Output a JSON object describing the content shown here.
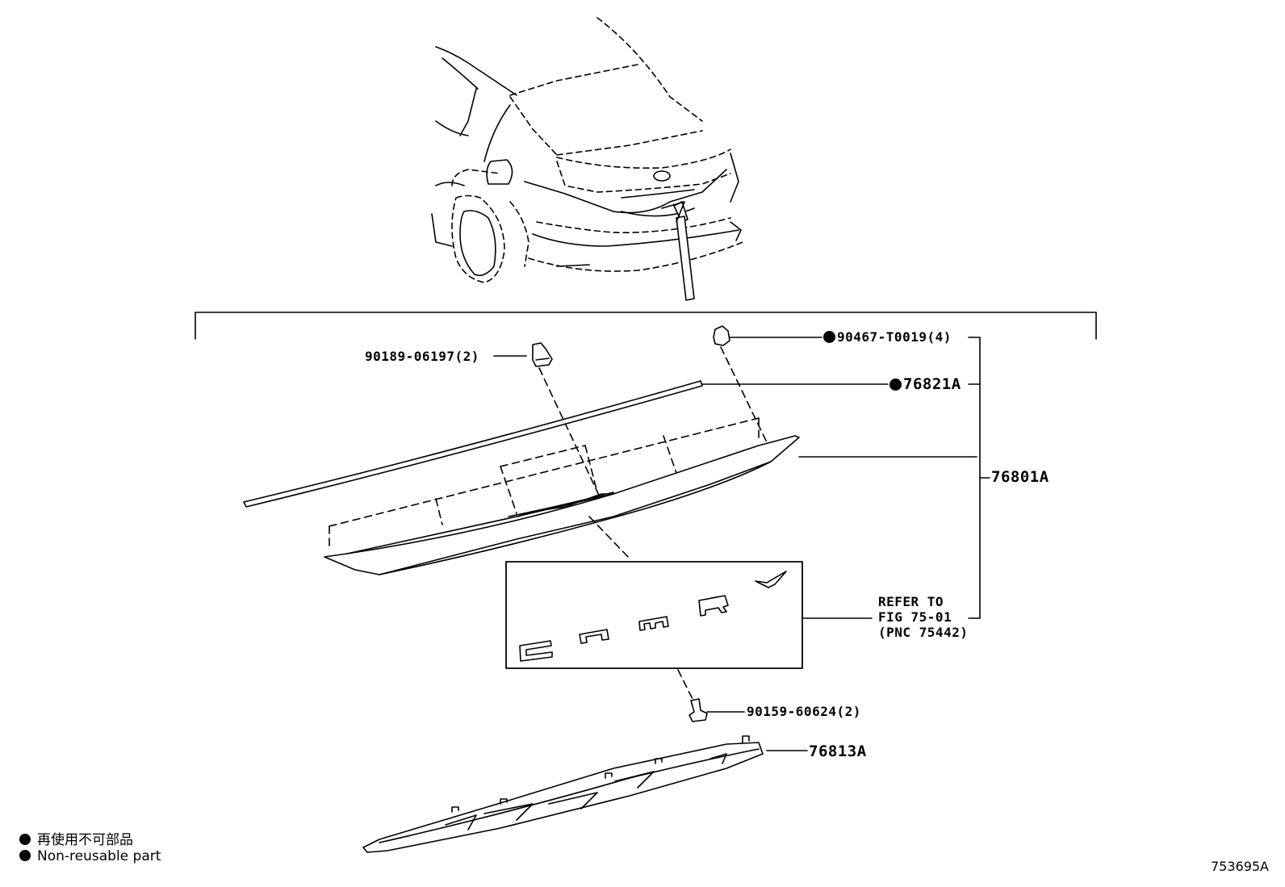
{
  "parts": {
    "p90189": "90189-06197(2)",
    "p90467": "90467-T0019(4)",
    "p76821": "76821A",
    "p76801": "76801A",
    "p90159": "90159-60624(2)",
    "p76813": "76813A"
  },
  "refer": {
    "line1": "REFER TO",
    "line2": "FIG 75-01",
    "line3": "(PNC 75442)"
  },
  "legend": {
    "jp": "再使用不可部品",
    "en": "Non-reusable part"
  },
  "figure_number": "753695A",
  "non_reusable_marked": [
    "90467-T0019(4)",
    "76821A"
  ],
  "emblem_letters": "CAMRY"
}
